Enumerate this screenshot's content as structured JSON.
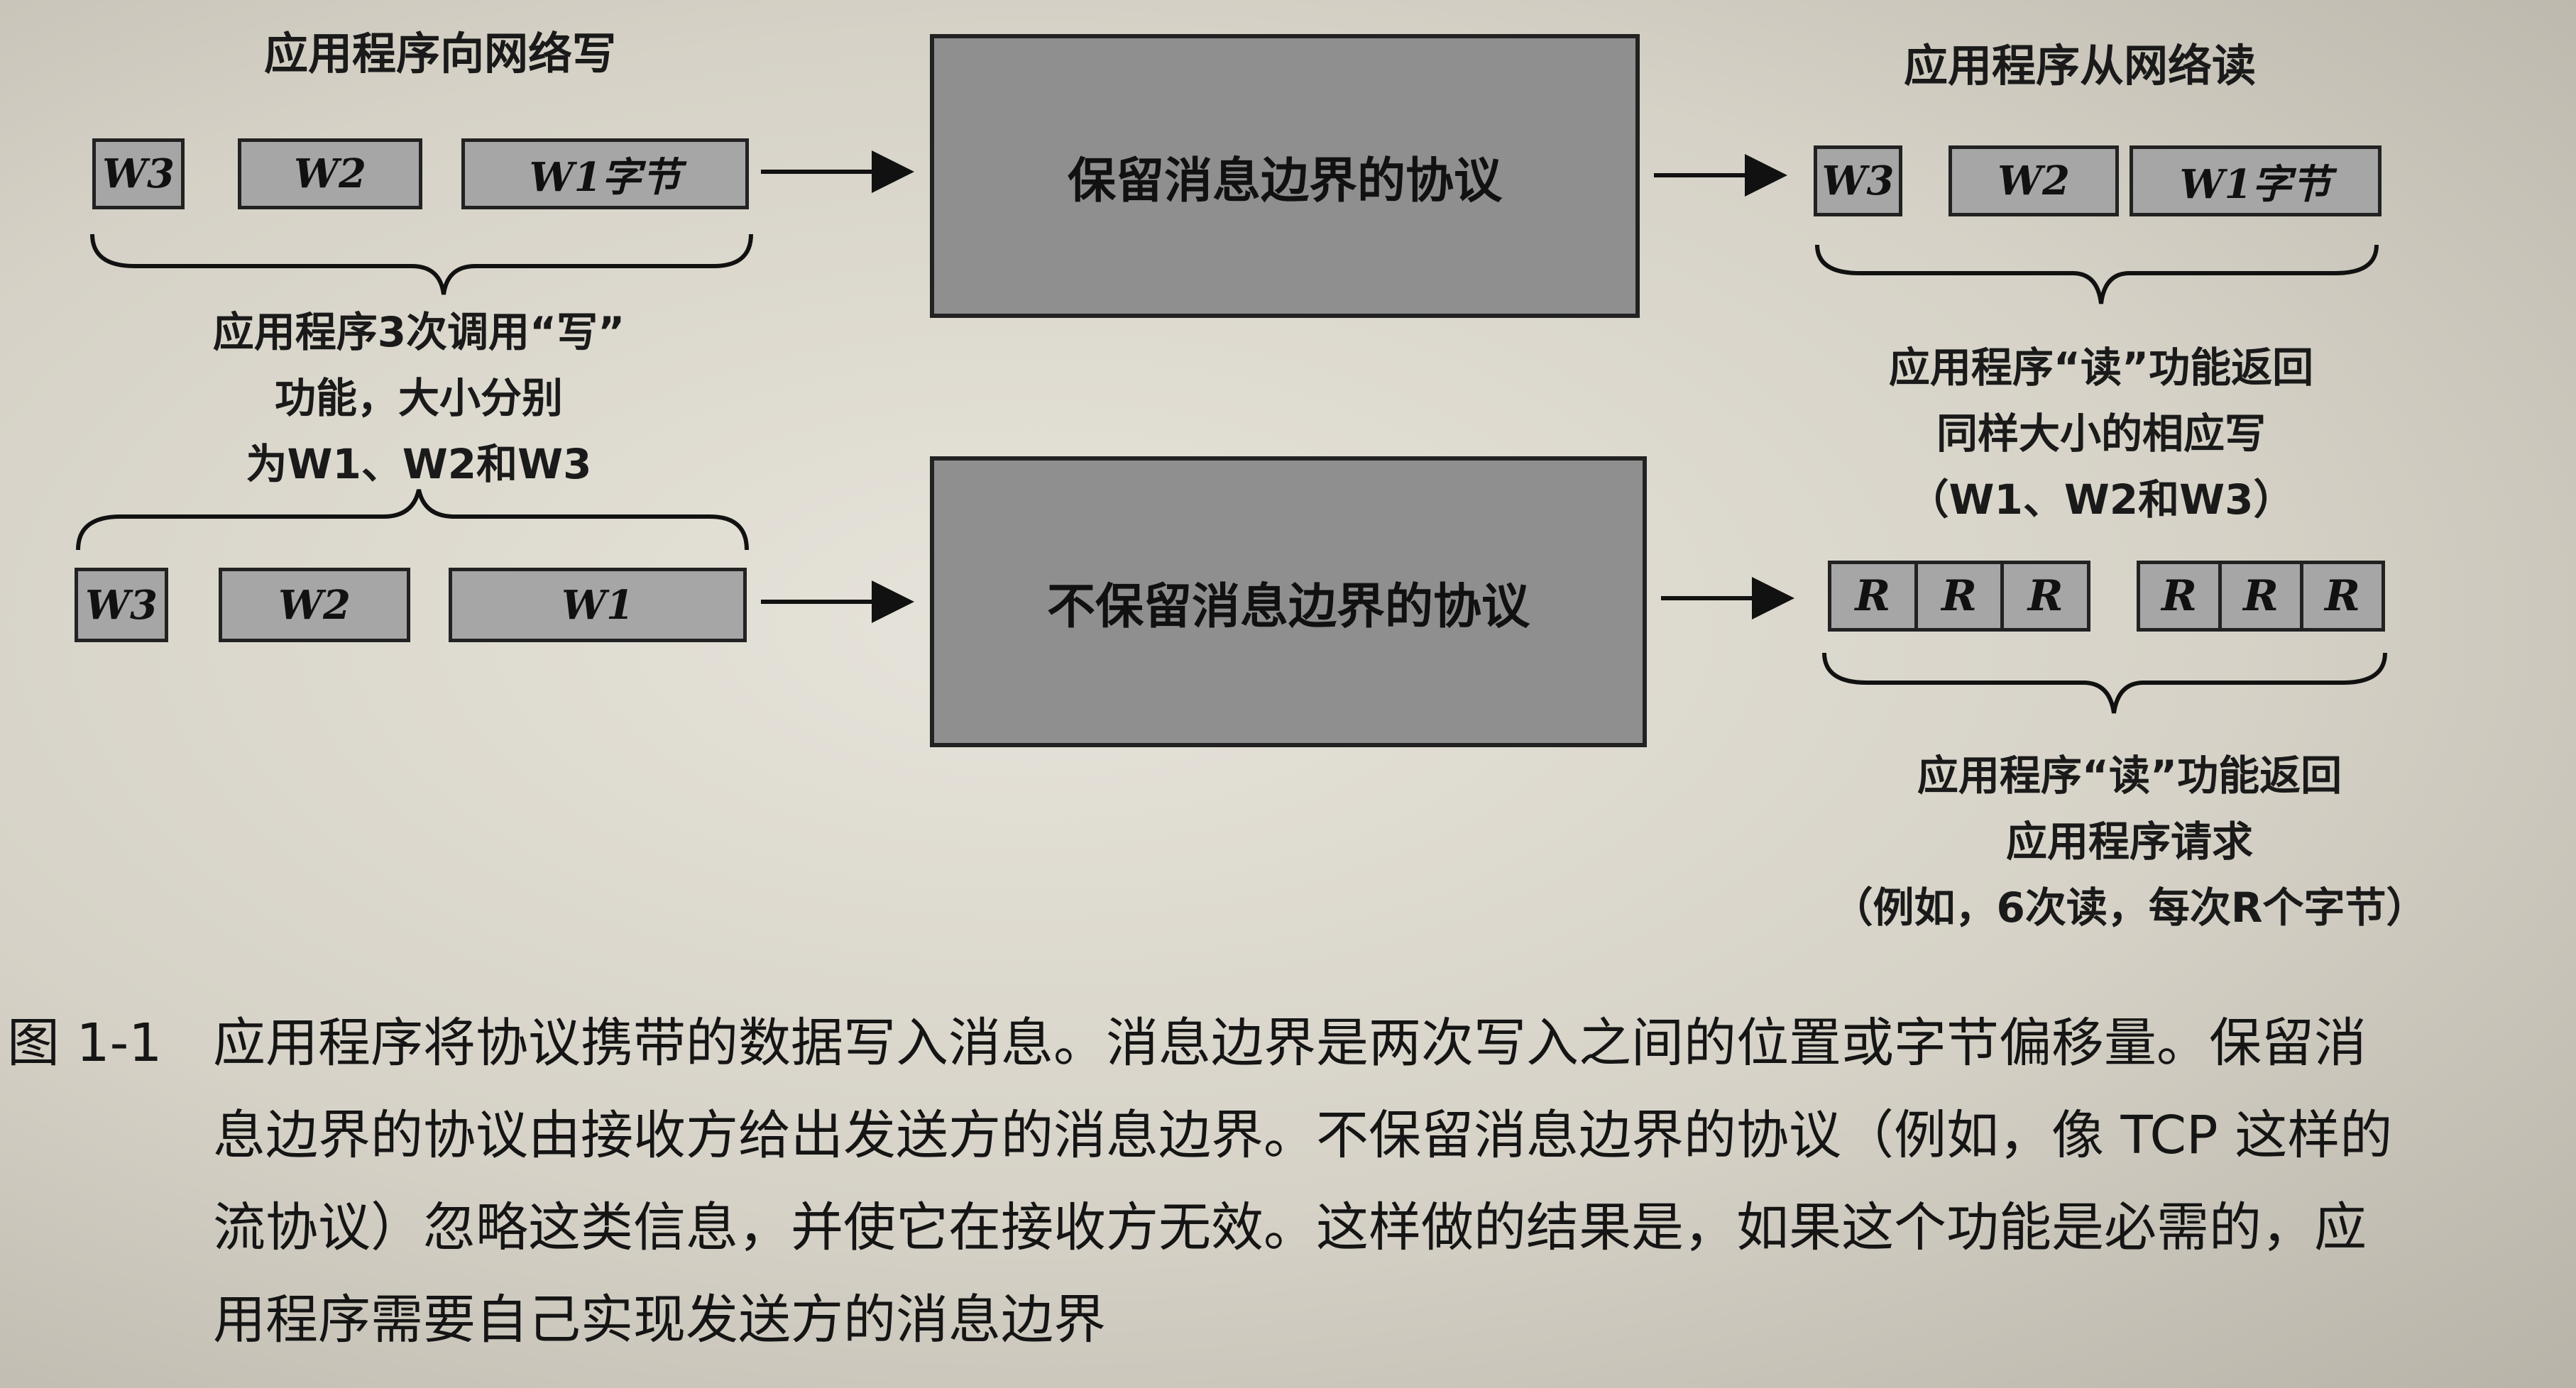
{
  "top": {
    "write_heading": "应用程序向网络写",
    "write_segments": [
      "W3",
      "W2",
      "W1字节"
    ],
    "protocol": "保留消息边界的协议",
    "read_heading": "应用程序从网络读",
    "read_segments": [
      "W3",
      "W2",
      "W1字节"
    ],
    "left_note": [
      "应用程序3次调用“写”",
      "功能，大小分别",
      "为W1、W2和W3"
    ],
    "right_note": [
      "应用程序“读”功能返回",
      "同样大小的相应写",
      "（W1、W2和W3）"
    ]
  },
  "bottom": {
    "write_segments": [
      "W3",
      "W2",
      "W1"
    ],
    "protocol": "不保留消息边界的协议",
    "read_group_1": [
      "R",
      "R",
      "R"
    ],
    "read_group_2": [
      "R",
      "R",
      "R"
    ],
    "right_note": [
      "应用程序“读”功能返回",
      "应用程序请求",
      "（例如，6次读，每次R个字节）"
    ]
  },
  "caption": {
    "figure_number": "图 1-1",
    "lines": [
      "应用程序将协议携带的数据写入消息。消息边界是两次写入之间的位置或字节偏移量。保留消",
      "息边界的协议由接收方给出发送方的消息边界。不保留消息边界的协议（例如，像 TCP 这样的",
      "流协议）忽略这类信息，并使它在接收方无效。这样做的结果是，如果这个功能是必需的，应",
      "用程序需要自己实现发送方的消息边界"
    ]
  }
}
